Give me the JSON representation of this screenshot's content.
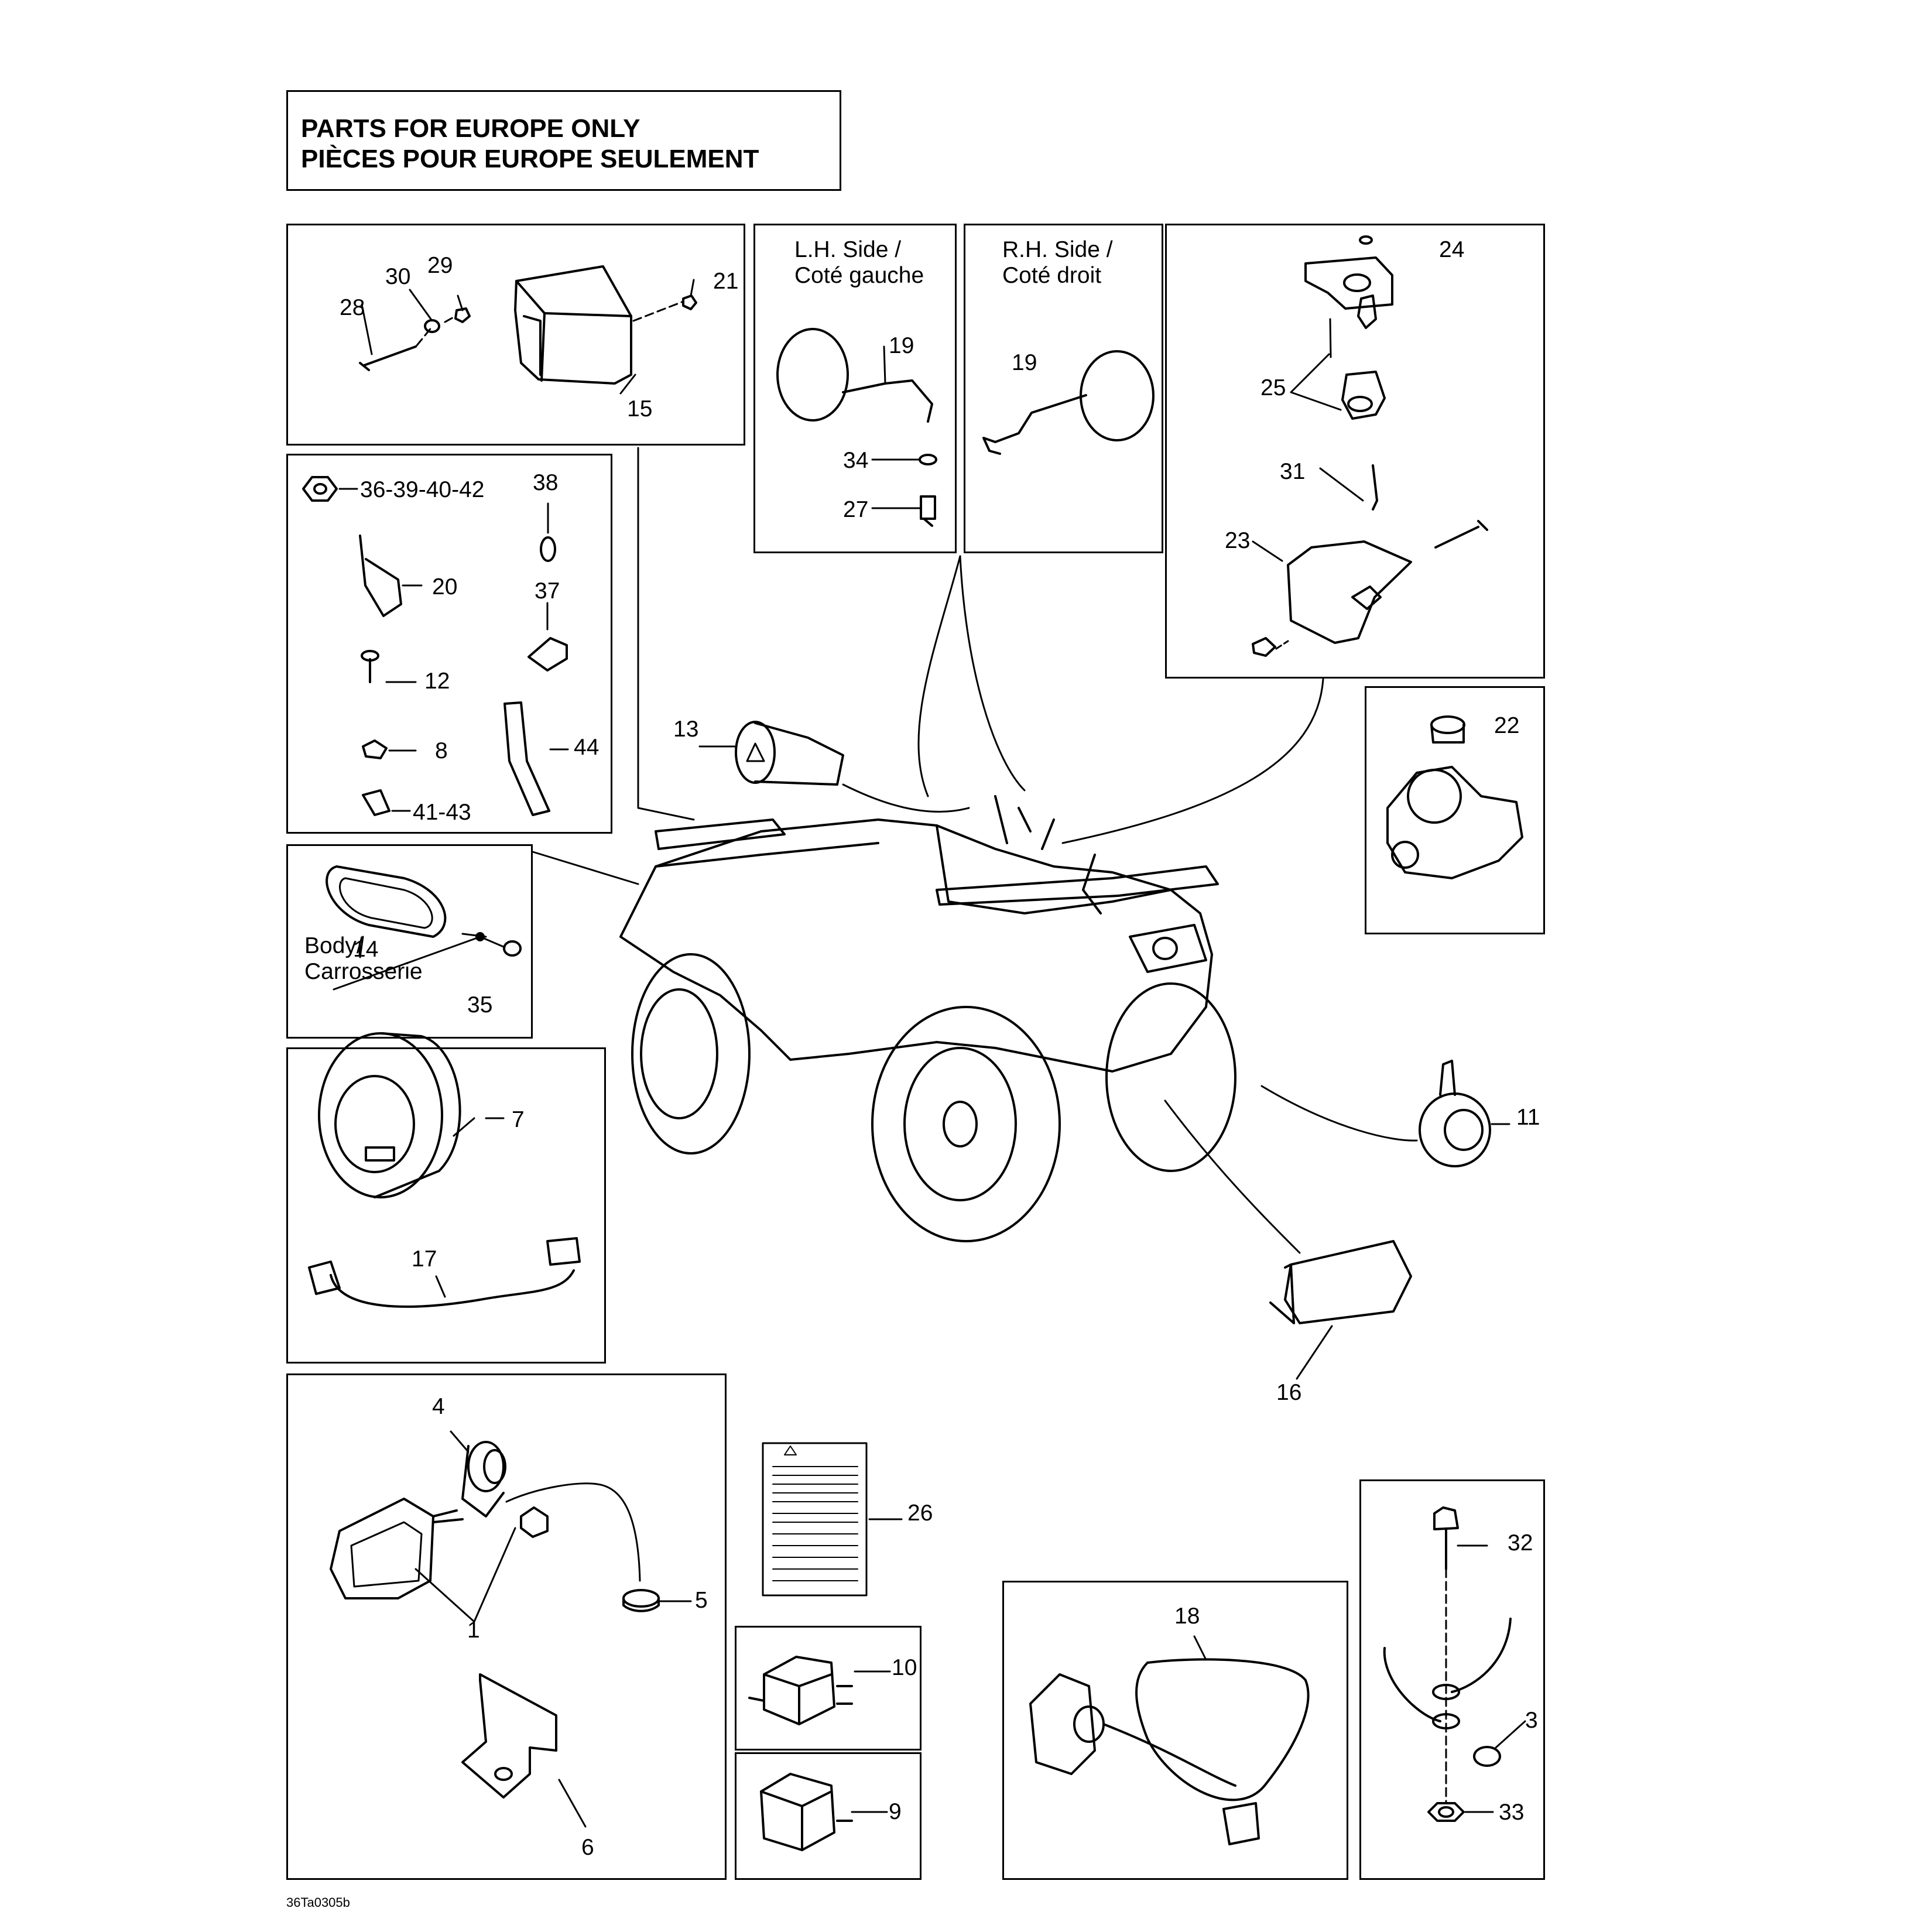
{
  "title": {
    "line1": "PARTS FOR EUROPE ONLY",
    "line2": "PIÈCES POUR EUROPE SEULEMENT"
  },
  "panels": {
    "lh_side": "L.H. Side /",
    "lh_side_fr": "Coté gauche",
    "rh_side": "R.H. Side /",
    "rh_side_fr": "Coté droit",
    "body": "Body/",
    "body_fr": "Carrosserie"
  },
  "part_numbers": {
    "p1": "1",
    "p3": "3",
    "p4": "4",
    "p5": "5",
    "p6": "6",
    "p7": "7",
    "p8": "8",
    "p9": "9",
    "p10": "10",
    "p11": "11",
    "p12": "12",
    "p13": "13",
    "p14": "14",
    "p15": "15",
    "p16": "16",
    "p17": "17",
    "p18": "18",
    "p19a": "19",
    "p19b": "19",
    "p20": "20",
    "p21": "21",
    "p22": "22",
    "p23": "23",
    "p24": "24",
    "p25": "25",
    "p26": "26",
    "p27": "27",
    "p28": "28",
    "p29": "29",
    "p30": "30",
    "p31": "31",
    "p32": "32",
    "p33": "33",
    "p34": "34",
    "p35": "35",
    "p36": "36-39-40-42",
    "p37": "37",
    "p38": "38",
    "p41": "41-43",
    "p44": "44"
  },
  "drawing_code": "36Ta0305b",
  "colors": {
    "line": "#000000",
    "background": "#ffffff"
  }
}
